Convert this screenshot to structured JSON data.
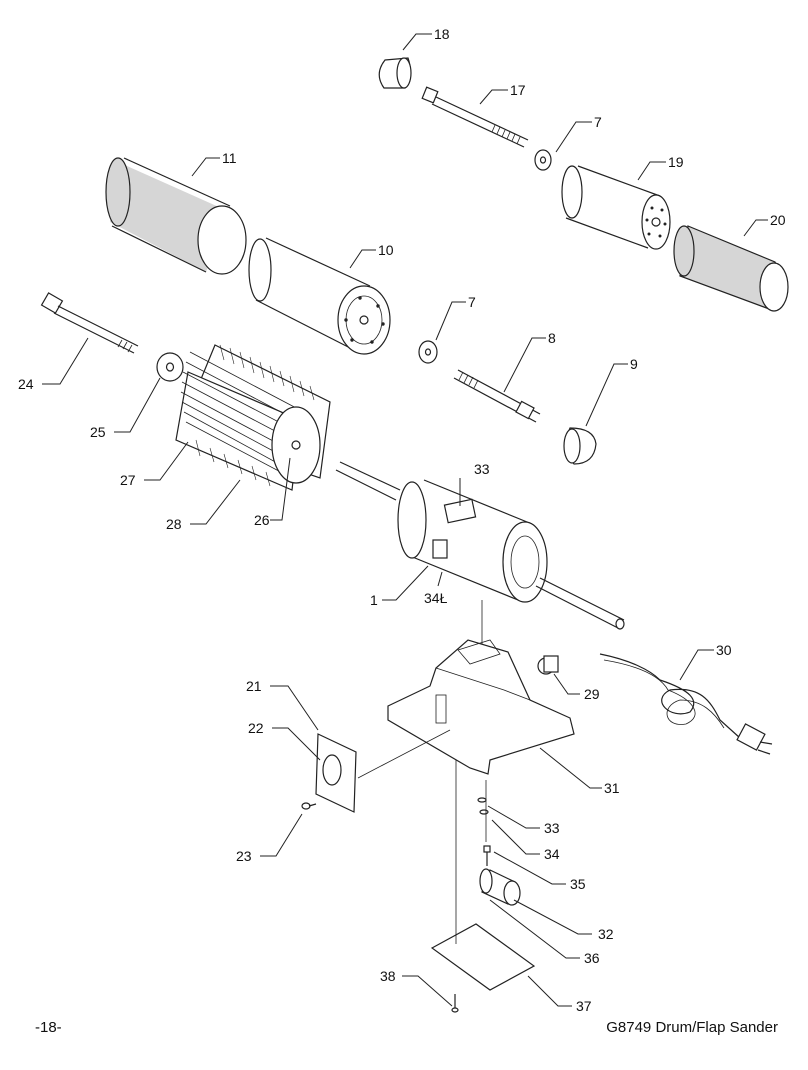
{
  "footer": {
    "page_number": "-18-",
    "document_title": "G8749 Drum/Flap Sander"
  },
  "callouts": {
    "c1": "1",
    "c7a": "7",
    "c7b": "7",
    "c8": "8",
    "c9": "9",
    "c10": "10",
    "c11": "11",
    "c17": "17",
    "c18": "18",
    "c19": "19",
    "c20": "20",
    "c21": "21",
    "c22": "22",
    "c23": "23",
    "c24": "24",
    "c25": "25",
    "c26": "26",
    "c27": "27",
    "c28": "28",
    "c29": "29",
    "c30": "30",
    "c31": "31",
    "c32": "32",
    "c33a": "33",
    "c33b": "33",
    "c34": "34",
    "c34L": "34Ł",
    "c35": "35",
    "c36": "36",
    "c37": "37",
    "c38": "38"
  },
  "colors": {
    "sleeve_fill": "#d6d6d6",
    "outline": "#222222",
    "background": "#ffffff"
  }
}
